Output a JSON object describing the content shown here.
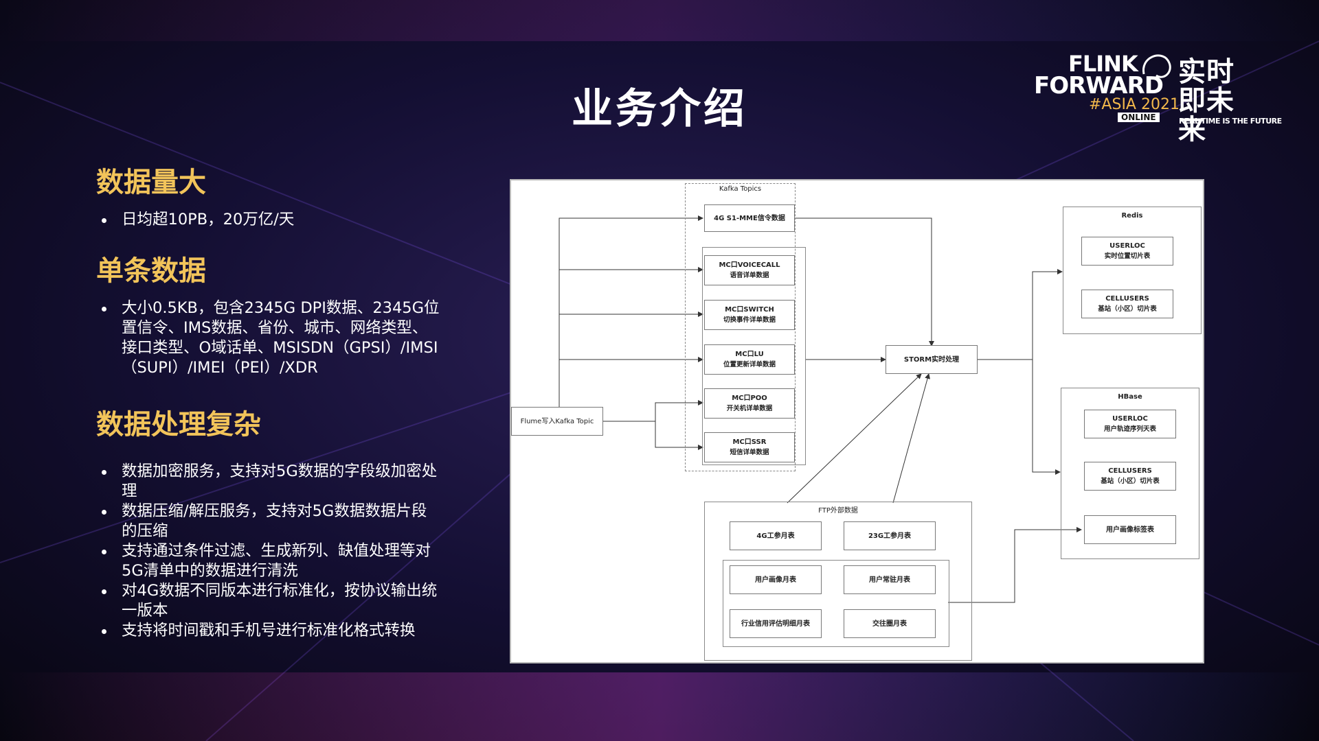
{
  "slide": {
    "title": "业务介绍"
  },
  "logo": {
    "flink": "FLINK",
    "forward": "FORWARD",
    "asia": "#ASIA 2021",
    "online": "ONLINE",
    "cn": "实时\n即未来",
    "cn_line1": "实时",
    "cn_line2": "即未来",
    "en": "REAL-TIME IS THE FUTURE"
  },
  "sections": [
    {
      "title": "数据量大",
      "bullets": [
        "日均超10PB，20万亿/天"
      ]
    },
    {
      "title": "单条数据",
      "bullets": [
        "大小0.5KB，包含2345G DPI数据、2345G位置信令、IMS数据、省份、城市、网络类型、接口类型、O域话单、MSISDN（GPSI）/IMSI（SUPI）/IMEI（PEI）/XDR"
      ]
    },
    {
      "title": "数据处理复杂",
      "bullets": [
        "数据加密服务，支持对5G数据的字段级加密处理",
        "数据压缩/解压服务，支持对5G数据数据片段的压缩",
        "支持通过条件过滤、生成新列、缺值处理等对5G清单中的数据进行清洗",
        "对4G数据不同版本进行标准化，按协议输出统一版本",
        "支持将时间戳和手机号进行标准化格式转换"
      ]
    }
  ],
  "diagram": {
    "kafka_label": "Kafka Topics",
    "source": "Flume写入Kafka Topic",
    "topic_s1mme": "4G S1-MME信令数据",
    "topics": [
      {
        "l1": "MC口VOICECALL",
        "l2": "语音详单数据"
      },
      {
        "l1": "MC口SWITCH",
        "l2": "切换事件详单数据"
      },
      {
        "l1": "MC口LU",
        "l2": "位置更新详单数据"
      },
      {
        "l1": "MC口POO",
        "l2": "开关机详单数据"
      },
      {
        "l1": "MC口SSR",
        "l2": "短信详单数据"
      }
    ],
    "storm": "STORM实时处理",
    "redis_label": "Redis",
    "redis_items": [
      {
        "l1": "USERLOC",
        "l2": "实时位置切片表"
      },
      {
        "l1": "CELLUSERS",
        "l2": "基站（小区）切片表"
      }
    ],
    "hbase_label": "HBase",
    "hbase_items": [
      {
        "l1": "USERLOC",
        "l2": "用户轨迹序列天表"
      },
      {
        "l1": "CELLUSERS",
        "l2": "基站（小区）切片表"
      },
      {
        "l1": "用户画像标签表",
        "l2": ""
      }
    ],
    "ftp_label": "FTP外部数据",
    "ftp_top": [
      "4G工参月表",
      "23G工参月表"
    ],
    "ftp_inner": [
      "用户画像月表",
      "用户常驻月表",
      "行业信用评估明细月表",
      "交往圈月表"
    ]
  }
}
